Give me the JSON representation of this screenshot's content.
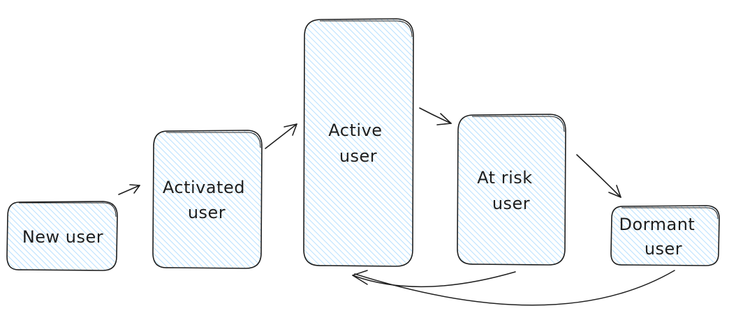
{
  "nodes": [
    {
      "id": "new-user",
      "label_lines": [
        "New user"
      ]
    },
    {
      "id": "activated-user",
      "label_lines": [
        "Activated",
        "user"
      ]
    },
    {
      "id": "active-user",
      "label_lines": [
        "Active",
        "user"
      ]
    },
    {
      "id": "at-risk-user",
      "label_lines": [
        "At risk",
        "user"
      ]
    },
    {
      "id": "dormant-user",
      "label_lines": [
        "Dormant",
        "user"
      ]
    }
  ],
  "colors": {
    "box_fill": "#ffffff",
    "hatch": "#a5d8ff",
    "stroke": "#1e1e1e",
    "background": "#ffffff"
  }
}
